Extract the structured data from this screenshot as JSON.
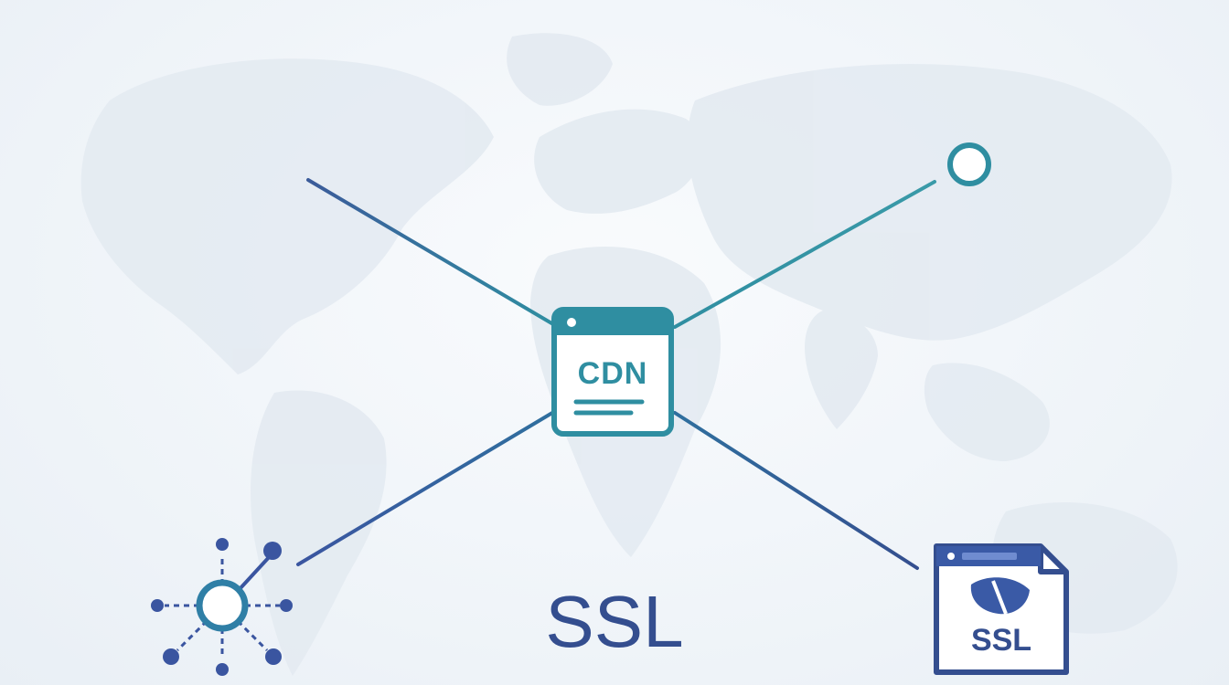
{
  "diagram": {
    "cdn_label": "CDN",
    "caption": "SSL",
    "ssl_doc_label": "SSL",
    "icons": {
      "center": "cdn-window-icon",
      "top_right": "circle-node-icon",
      "bottom_left": "network-hub-icon",
      "bottom_right": "ssl-certificate-icon"
    },
    "colors": {
      "teal": "#2f8ea1",
      "navy": "#344e8f",
      "blue": "#3a5aa6",
      "map": "#e3eaf1"
    }
  }
}
